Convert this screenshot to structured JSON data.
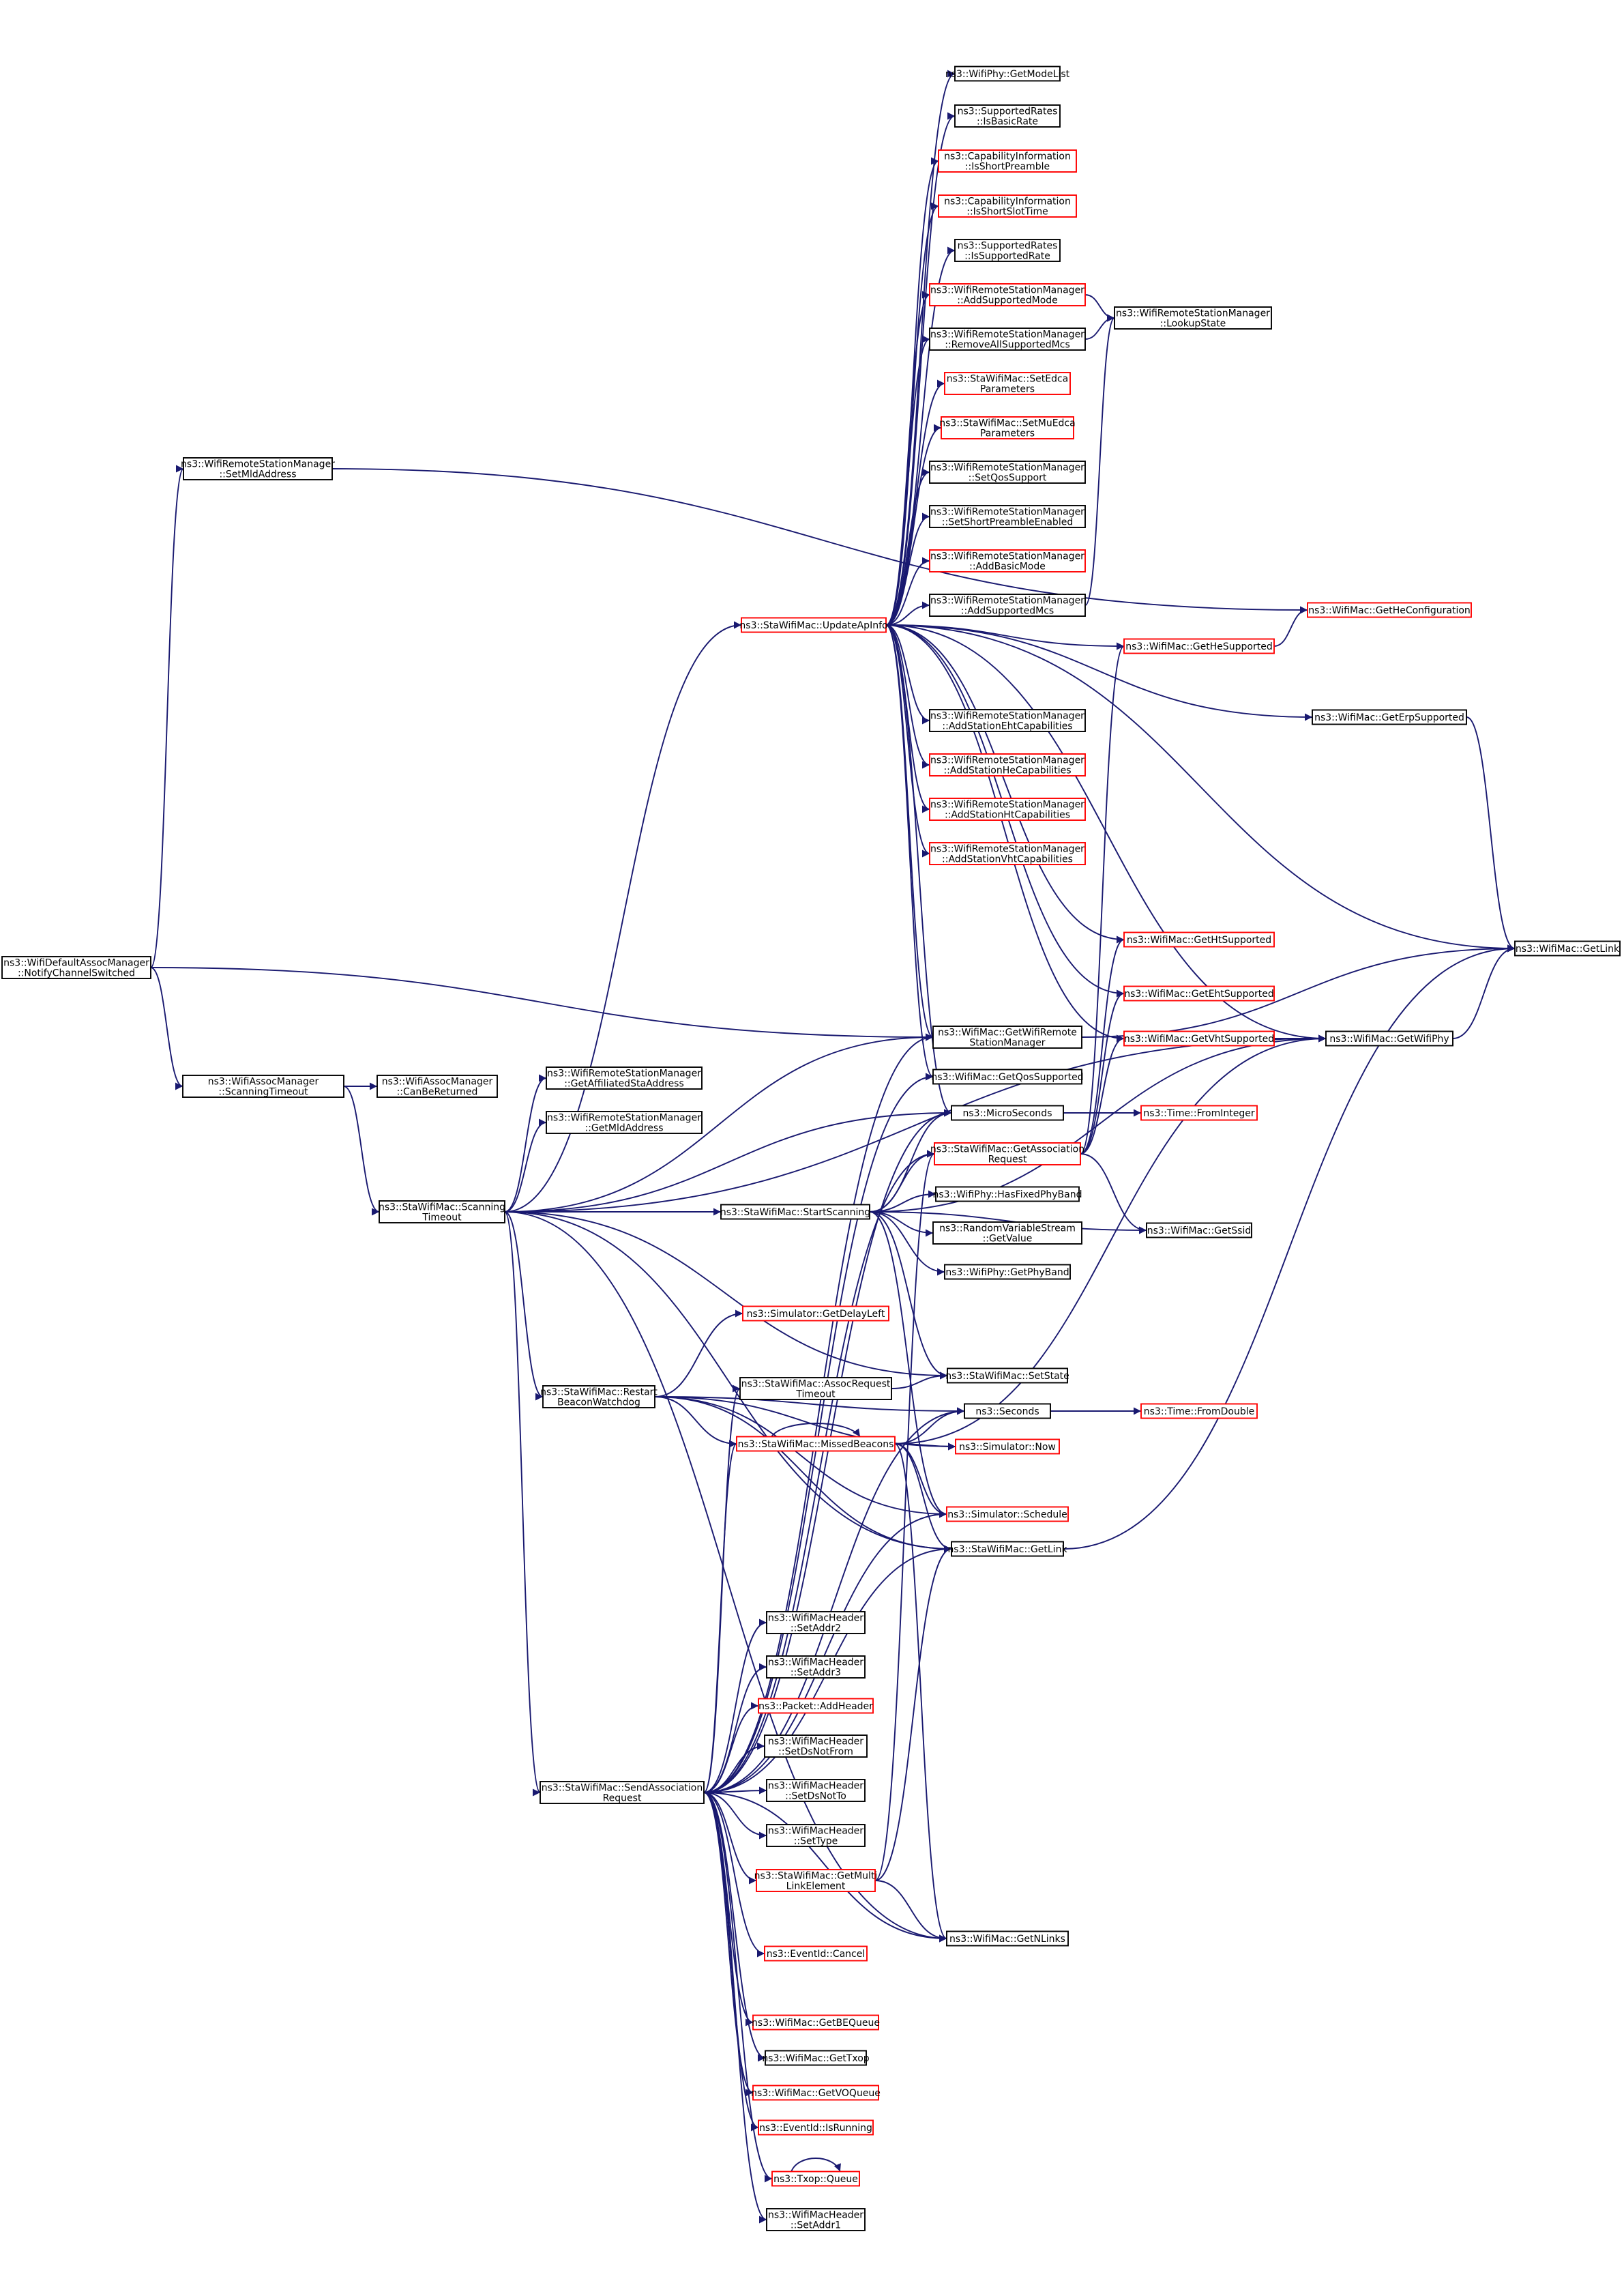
{
  "colors": {
    "edge": "#191970",
    "node_border_default": "#000000",
    "node_border_truncated": "#ff0000",
    "root_fill": "#bfbfbf",
    "background": "#ffffff"
  },
  "graph": {
    "nodes": [
      {
        "id": "root",
        "lines": [
          "ns3::WifiDefaultAssocManager",
          "::NotifyChannelSwitched"
        ],
        "style": "root"
      },
      {
        "id": "setMldAddress",
        "lines": [
          "ns3::WifiRemoteStationManager",
          "::SetMldAddress"
        ],
        "style": "normal"
      },
      {
        "id": "assocScanningTimeout",
        "lines": [
          "ns3::WifiAssocManager",
          "::ScanningTimeout"
        ],
        "style": "normal"
      },
      {
        "id": "canBeReturned",
        "lines": [
          "ns3::WifiAssocManager",
          "::CanBeReturned"
        ],
        "style": "normal"
      },
      {
        "id": "staScanningTimeout",
        "lines": [
          "ns3::StaWifiMac::Scanning",
          "Timeout"
        ],
        "style": "normal"
      },
      {
        "id": "getAffiliatedSta",
        "lines": [
          "ns3::WifiRemoteStationManager",
          "::GetAffiliatedStaAddress"
        ],
        "style": "normal"
      },
      {
        "id": "getMldAddress",
        "lines": [
          "ns3::WifiRemoteStationManager",
          "::GetMldAddress"
        ],
        "style": "normal"
      },
      {
        "id": "restartBeacon",
        "lines": [
          "ns3::StaWifiMac::Restart",
          "BeaconWatchdog"
        ],
        "style": "normal"
      },
      {
        "id": "sendAssocReq",
        "lines": [
          "ns3::StaWifiMac::SendAssociation",
          "Request"
        ],
        "style": "normal"
      },
      {
        "id": "updateApInfo",
        "lines": [
          "ns3::StaWifiMac::UpdateApInfo"
        ],
        "style": "truncated"
      },
      {
        "id": "startScanning",
        "lines": [
          "ns3::StaWifiMac::StartScanning"
        ],
        "style": "normal"
      },
      {
        "id": "getDelayLeft",
        "lines": [
          "ns3::Simulator::GetDelayLeft"
        ],
        "style": "truncated"
      },
      {
        "id": "assocReqTimeout",
        "lines": [
          "ns3::StaWifiMac::AssocRequest",
          "Timeout"
        ],
        "style": "normal"
      },
      {
        "id": "missedBeacons",
        "lines": [
          "ns3::StaWifiMac::MissedBeacons"
        ],
        "style": "truncated"
      },
      {
        "id": "setAddr2",
        "lines": [
          "ns3::WifiMacHeader",
          "::SetAddr2"
        ],
        "style": "normal"
      },
      {
        "id": "setAddr3",
        "lines": [
          "ns3::WifiMacHeader",
          "::SetAddr3"
        ],
        "style": "normal"
      },
      {
        "id": "addHeader",
        "lines": [
          "ns3::Packet::AddHeader"
        ],
        "style": "truncated"
      },
      {
        "id": "setDsNotFrom",
        "lines": [
          "ns3::WifiMacHeader",
          "::SetDsNotFrom"
        ],
        "style": "normal"
      },
      {
        "id": "setDsNotTo",
        "lines": [
          "ns3::WifiMacHeader",
          "::SetDsNotTo"
        ],
        "style": "normal"
      },
      {
        "id": "setType",
        "lines": [
          "ns3::WifiMacHeader",
          "::SetType"
        ],
        "style": "normal"
      },
      {
        "id": "getMultiLink",
        "lines": [
          "ns3::StaWifiMac::GetMulti",
          "LinkElement"
        ],
        "style": "truncated"
      },
      {
        "id": "eventCancel",
        "lines": [
          "ns3::EventId::Cancel"
        ],
        "style": "truncated"
      },
      {
        "id": "getBEQueue",
        "lines": [
          "ns3::WifiMac::GetBEQueue"
        ],
        "style": "truncated"
      },
      {
        "id": "getTxop",
        "lines": [
          "ns3::WifiMac::GetTxop"
        ],
        "style": "normal"
      },
      {
        "id": "getVOQueue",
        "lines": [
          "ns3::WifiMac::GetVOQueue"
        ],
        "style": "truncated"
      },
      {
        "id": "isRunning",
        "lines": [
          "ns3::EventId::IsRunning"
        ],
        "style": "truncated"
      },
      {
        "id": "txopQueue",
        "lines": [
          "ns3::Txop::Queue"
        ],
        "style": "truncated"
      },
      {
        "id": "setAddr1",
        "lines": [
          "ns3::WifiMacHeader",
          "::SetAddr1"
        ],
        "style": "normal"
      },
      {
        "id": "getModeList",
        "lines": [
          "ns3::WifiPhy::GetModeList"
        ],
        "style": "normal"
      },
      {
        "id": "isBasicRate",
        "lines": [
          "ns3::SupportedRates",
          "::IsBasicRate"
        ],
        "style": "normal"
      },
      {
        "id": "isShortPreamble",
        "lines": [
          "ns3::CapabilityInformation",
          "::IsShortPreamble"
        ],
        "style": "truncated"
      },
      {
        "id": "isShortSlotTime",
        "lines": [
          "ns3::CapabilityInformation",
          "::IsShortSlotTime"
        ],
        "style": "truncated"
      },
      {
        "id": "isSupportedRate",
        "lines": [
          "ns3::SupportedRates",
          "::IsSupportedRate"
        ],
        "style": "normal"
      },
      {
        "id": "addSupportedMode",
        "lines": [
          "ns3::WifiRemoteStationManager",
          "::AddSupportedMode"
        ],
        "style": "truncated"
      },
      {
        "id": "removeAllSupportedMcs",
        "lines": [
          "ns3::WifiRemoteStationManager",
          "::RemoveAllSupportedMcs"
        ],
        "style": "normal"
      },
      {
        "id": "setEdca",
        "lines": [
          "ns3::StaWifiMac::SetEdca",
          "Parameters"
        ],
        "style": "truncated"
      },
      {
        "id": "setMuEdca",
        "lines": [
          "ns3::StaWifiMac::SetMuEdca",
          "Parameters"
        ],
        "style": "truncated"
      },
      {
        "id": "setQosSupport",
        "lines": [
          "ns3::WifiRemoteStationManager",
          "::SetQosSupport"
        ],
        "style": "normal"
      },
      {
        "id": "setShortPreamble",
        "lines": [
          "ns3::WifiRemoteStationManager",
          "::SetShortPreambleEnabled"
        ],
        "style": "normal"
      },
      {
        "id": "addBasicMode",
        "lines": [
          "ns3::WifiRemoteStationManager",
          "::AddBasicMode"
        ],
        "style": "truncated"
      },
      {
        "id": "addSupportedMcs",
        "lines": [
          "ns3::WifiRemoteStationManager",
          "::AddSupportedMcs"
        ],
        "style": "normal"
      },
      {
        "id": "addEht",
        "lines": [
          "ns3::WifiRemoteStationManager",
          "::AddStationEhtCapabilities"
        ],
        "style": "normal"
      },
      {
        "id": "addHe",
        "lines": [
          "ns3::WifiRemoteStationManager",
          "::AddStationHeCapabilities"
        ],
        "style": "truncated"
      },
      {
        "id": "addHt",
        "lines": [
          "ns3::WifiRemoteStationManager",
          "::AddStationHtCapabilities"
        ],
        "style": "truncated"
      },
      {
        "id": "addVht",
        "lines": [
          "ns3::WifiRemoteStationManager",
          "::AddStationVhtCapabilities"
        ],
        "style": "truncated"
      },
      {
        "id": "getWifiRemote",
        "lines": [
          "ns3::WifiMac::GetWifiRemote",
          "StationManager"
        ],
        "style": "normal"
      },
      {
        "id": "getQosSupported",
        "lines": [
          "ns3::WifiMac::GetQosSupported"
        ],
        "style": "normal"
      },
      {
        "id": "microSeconds",
        "lines": [
          "ns3::MicroSeconds"
        ],
        "style": "normal"
      },
      {
        "id": "getAssocRequest",
        "lines": [
          "ns3::StaWifiMac::GetAssociation",
          "Request"
        ],
        "style": "truncated"
      },
      {
        "id": "hasFixedPhyBand",
        "lines": [
          "ns3::WifiPhy::HasFixedPhyBand"
        ],
        "style": "normal"
      },
      {
        "id": "rvsGetValue",
        "lines": [
          "ns3::RandomVariableStream",
          "::GetValue"
        ],
        "style": "normal"
      },
      {
        "id": "getPhyBand",
        "lines": [
          "ns3::WifiPhy::GetPhyBand"
        ],
        "style": "normal"
      },
      {
        "id": "setState",
        "lines": [
          "ns3::StaWifiMac::SetState"
        ],
        "style": "normal"
      },
      {
        "id": "seconds",
        "lines": [
          "ns3::Seconds"
        ],
        "style": "normal"
      },
      {
        "id": "simNow",
        "lines": [
          "ns3::Simulator::Now"
        ],
        "style": "truncated"
      },
      {
        "id": "schedule",
        "lines": [
          "ns3::Simulator::Schedule"
        ],
        "style": "truncated"
      },
      {
        "id": "staGetLink",
        "lines": [
          "ns3::StaWifiMac::GetLink"
        ],
        "style": "normal"
      },
      {
        "id": "getNLinks",
        "lines": [
          "ns3::WifiMac::GetNLinks"
        ],
        "style": "normal"
      },
      {
        "id": "lookupState",
        "lines": [
          "ns3::WifiRemoteStationManager",
          "::LookupState"
        ],
        "style": "normal"
      },
      {
        "id": "getHeSupported",
        "lines": [
          "ns3::WifiMac::GetHeSupported"
        ],
        "style": "truncated"
      },
      {
        "id": "getHtSupported",
        "lines": [
          "ns3::WifiMac::GetHtSupported"
        ],
        "style": "truncated"
      },
      {
        "id": "getEhtSupported",
        "lines": [
          "ns3::WifiMac::GetEhtSupported"
        ],
        "style": "truncated"
      },
      {
        "id": "getVhtSupported",
        "lines": [
          "ns3::WifiMac::GetVhtSupported"
        ],
        "style": "truncated"
      },
      {
        "id": "fromInteger",
        "lines": [
          "ns3::Time::FromInteger"
        ],
        "style": "truncated"
      },
      {
        "id": "getSsid",
        "lines": [
          "ns3::WifiMac::GetSsid"
        ],
        "style": "normal"
      },
      {
        "id": "fromDouble",
        "lines": [
          "ns3::Time::FromDouble"
        ],
        "style": "truncated"
      },
      {
        "id": "getHeConfig",
        "lines": [
          "ns3::WifiMac::GetHeConfiguration"
        ],
        "style": "truncated"
      },
      {
        "id": "getErpSupported",
        "lines": [
          "ns3::WifiMac::GetErpSupported"
        ],
        "style": "normal"
      },
      {
        "id": "getWifiPhy",
        "lines": [
          "ns3::WifiMac::GetWifiPhy"
        ],
        "style": "normal"
      },
      {
        "id": "macGetLink",
        "lines": [
          "ns3::WifiMac::GetLink"
        ],
        "style": "normal"
      }
    ],
    "edges": [
      [
        "root",
        "setMldAddress"
      ],
      [
        "root",
        "assocScanningTimeout"
      ],
      [
        "root",
        "getWifiRemote"
      ],
      [
        "setMldAddress",
        "getHeConfig"
      ],
      [
        "assocScanningTimeout",
        "canBeReturned"
      ],
      [
        "assocScanningTimeout",
        "staScanningTimeout"
      ],
      [
        "staScanningTimeout",
        "updateApInfo"
      ],
      [
        "staScanningTimeout",
        "getWifiRemote"
      ],
      [
        "staScanningTimeout",
        "getAffiliatedSta"
      ],
      [
        "staScanningTimeout",
        "getMldAddress"
      ],
      [
        "staScanningTimeout",
        "microSeconds"
      ],
      [
        "staScanningTimeout",
        "startScanning"
      ],
      [
        "staScanningTimeout",
        "restartBeacon"
      ],
      [
        "staScanningTimeout",
        "sendAssocReq"
      ],
      [
        "staScanningTimeout",
        "setState"
      ],
      [
        "staScanningTimeout",
        "staGetLink"
      ],
      [
        "staScanningTimeout",
        "getNLinks"
      ],
      [
        "staScanningTimeout",
        "getWifiPhy"
      ],
      [
        "updateApInfo",
        "getModeList"
      ],
      [
        "updateApInfo",
        "isBasicRate"
      ],
      [
        "updateApInfo",
        "isShortPreamble"
      ],
      [
        "updateApInfo",
        "isShortSlotTime"
      ],
      [
        "updateApInfo",
        "isSupportedRate"
      ],
      [
        "updateApInfo",
        "addSupportedMode"
      ],
      [
        "updateApInfo",
        "removeAllSupportedMcs"
      ],
      [
        "updateApInfo",
        "setEdca"
      ],
      [
        "updateApInfo",
        "setMuEdca"
      ],
      [
        "updateApInfo",
        "setQosSupport"
      ],
      [
        "updateApInfo",
        "setShortPreamble"
      ],
      [
        "updateApInfo",
        "addBasicMode"
      ],
      [
        "updateApInfo",
        "addSupportedMcs"
      ],
      [
        "updateApInfo",
        "getHeSupported"
      ],
      [
        "updateApInfo",
        "getErpSupported"
      ],
      [
        "updateApInfo",
        "addEht"
      ],
      [
        "updateApInfo",
        "addHe"
      ],
      [
        "updateApInfo",
        "addHt"
      ],
      [
        "updateApInfo",
        "addVht"
      ],
      [
        "updateApInfo",
        "macGetLink"
      ],
      [
        "updateApInfo",
        "getHtSupported"
      ],
      [
        "updateApInfo",
        "getEhtSupported"
      ],
      [
        "updateApInfo",
        "getVhtSupported"
      ],
      [
        "updateApInfo",
        "getWifiRemote"
      ],
      [
        "updateApInfo",
        "getQosSupported"
      ],
      [
        "updateApInfo",
        "microSeconds"
      ],
      [
        "updateApInfo",
        "getWifiPhy"
      ],
      [
        "addSupportedMode",
        "lookupState"
      ],
      [
        "removeAllSupportedMcs",
        "lookupState"
      ],
      [
        "addSupportedMcs",
        "lookupState"
      ],
      [
        "getHeSupported",
        "getHeConfig"
      ],
      [
        "getErpSupported",
        "macGetLink"
      ],
      [
        "getWifiRemote",
        "macGetLink"
      ],
      [
        "getVhtSupported",
        "getWifiPhy"
      ],
      [
        "getWifiPhy",
        "macGetLink"
      ],
      [
        "microSeconds",
        "fromInteger"
      ],
      [
        "getAssocRequest",
        "getHtSupported"
      ],
      [
        "getAssocRequest",
        "getEhtSupported"
      ],
      [
        "getAssocRequest",
        "getVhtSupported"
      ],
      [
        "getAssocRequest",
        "getHeSupported"
      ],
      [
        "getAssocRequest",
        "getSsid"
      ],
      [
        "startScanning",
        "hasFixedPhyBand"
      ],
      [
        "startScanning",
        "rvsGetValue"
      ],
      [
        "startScanning",
        "getPhyBand"
      ],
      [
        "startScanning",
        "getSsid"
      ],
      [
        "startScanning",
        "setState"
      ],
      [
        "startScanning",
        "schedule"
      ],
      [
        "startScanning",
        "microSeconds"
      ],
      [
        "startScanning",
        "getAssocRequest"
      ],
      [
        "startScanning",
        "getWifiPhy"
      ],
      [
        "assocReqTimeout",
        "setState"
      ],
      [
        "seconds",
        "fromDouble"
      ],
      [
        "restartBeacon",
        "getDelayLeft"
      ],
      [
        "restartBeacon",
        "missedBeacons"
      ],
      [
        "restartBeacon",
        "seconds"
      ],
      [
        "restartBeacon",
        "schedule"
      ],
      [
        "restartBeacon",
        "staGetLink"
      ],
      [
        "restartBeacon",
        "simNow"
      ],
      [
        "missedBeacons",
        "missedBeacons"
      ],
      [
        "missedBeacons",
        "seconds"
      ],
      [
        "missedBeacons",
        "simNow"
      ],
      [
        "missedBeacons",
        "schedule"
      ],
      [
        "missedBeacons",
        "staGetLink"
      ],
      [
        "missedBeacons",
        "getNLinks"
      ],
      [
        "missedBeacons",
        "getWifiPhy"
      ],
      [
        "sendAssocReq",
        "assocReqTimeout"
      ],
      [
        "sendAssocReq",
        "missedBeacons"
      ],
      [
        "sendAssocReq",
        "getWifiRemote"
      ],
      [
        "sendAssocReq",
        "getQosSupported"
      ],
      [
        "sendAssocReq",
        "getAssocRequest"
      ],
      [
        "sendAssocReq",
        "schedule"
      ],
      [
        "sendAssocReq",
        "staGetLink"
      ],
      [
        "sendAssocReq",
        "setAddr2"
      ],
      [
        "sendAssocReq",
        "setAddr3"
      ],
      [
        "sendAssocReq",
        "addHeader"
      ],
      [
        "sendAssocReq",
        "setDsNotFrom"
      ],
      [
        "sendAssocReq",
        "setDsNotTo"
      ],
      [
        "sendAssocReq",
        "setType"
      ],
      [
        "sendAssocReq",
        "getMultiLink"
      ],
      [
        "sendAssocReq",
        "eventCancel"
      ],
      [
        "sendAssocReq",
        "getNLinks"
      ],
      [
        "sendAssocReq",
        "getBEQueue"
      ],
      [
        "sendAssocReq",
        "getTxop"
      ],
      [
        "sendAssocReq",
        "getVOQueue"
      ],
      [
        "sendAssocReq",
        "isRunning"
      ],
      [
        "sendAssocReq",
        "txopQueue"
      ],
      [
        "sendAssocReq",
        "setAddr1"
      ],
      [
        "sendAssocReq",
        "microSeconds"
      ],
      [
        "sendAssocReq",
        "seconds"
      ],
      [
        "getMultiLink",
        "getNLinks"
      ],
      [
        "getMultiLink",
        "staGetLink"
      ],
      [
        "getMultiLink",
        "getAssocRequest"
      ],
      [
        "txopQueue",
        "txopQueue"
      ],
      [
        "staGetLink",
        "macGetLink"
      ]
    ]
  }
}
